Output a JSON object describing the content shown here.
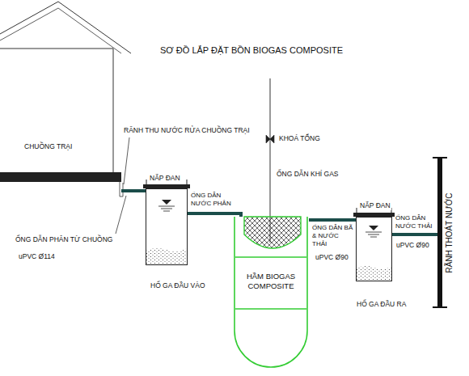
{
  "diagram": {
    "title": "SƠ ĐỒ LẮP ĐẶT BỒN BIOGAS COMPOSITE",
    "nodes": [
      {
        "text": [
          "CHUỒNG TRẠI"
        ]
      },
      {
        "text": [
          "HỐ GA ĐẦU VÀO"
        ]
      },
      {
        "text": [
          "HẦM BIOGAS COMPOSITE"
        ]
      },
      {
        "text": [
          "HỐ GA ĐẦU RA"
        ]
      },
      {
        "text": [
          "RÃNH THOÁT NƯỚC"
        ]
      }
    ],
    "edges": [
      {
        "from": 0,
        "to": 1,
        "arrow": "none"
      },
      {
        "from": 1,
        "to": 2,
        "label": "ỐNG DẪN NƯỚC PHÂN",
        "arrow": "none"
      },
      {
        "from": 2,
        "to": 3,
        "label": "ỐNG DẪN BÃ & NƯỚC THẢI",
        "arrow": "none"
      },
      {
        "from": 3,
        "to": 4,
        "label": "ỐNG DẪN NƯỚC THẢI",
        "arrow": "none"
      }
    ],
    "labels": [
      "RÃNH THU NƯỚC RỬA CHUỒNG TRẠI",
      "NẮP ĐAN",
      "ỐNG DẪN PHÂN TỪ CHUỒNG",
      "uPVC Ø114",
      "KHOÁ TỔNG",
      "ỐNG DẪN KHÍ GAS",
      "NẮP ĐAN",
      "uPVC Ø90",
      "uPVC Ø90"
    ]
  }
}
